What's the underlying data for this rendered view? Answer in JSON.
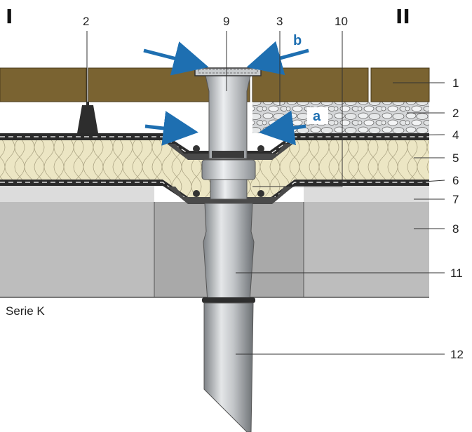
{
  "sections": {
    "left": "I",
    "right": "II"
  },
  "series_label": "Serie K",
  "callouts": {
    "n1": "1",
    "n2_top": "2",
    "n2_right": "2",
    "n3": "3",
    "n4": "4",
    "n5": "5",
    "n6": "6",
    "n7": "7",
    "n8": "8",
    "n9": "9",
    "n10": "10",
    "n11": "11",
    "n12": "12"
  },
  "flow_labels": {
    "a": "a",
    "b": "b"
  },
  "colors": {
    "slab": "#7a6331",
    "gravel": "#c9ccce",
    "insulation": "#ece6c4",
    "membrane": "#2b2b2b",
    "screed": "#d9d9d9",
    "concrete": "#bdbdbd",
    "pipe": "#c0c3c6",
    "arrow": "#1e6fb1"
  }
}
